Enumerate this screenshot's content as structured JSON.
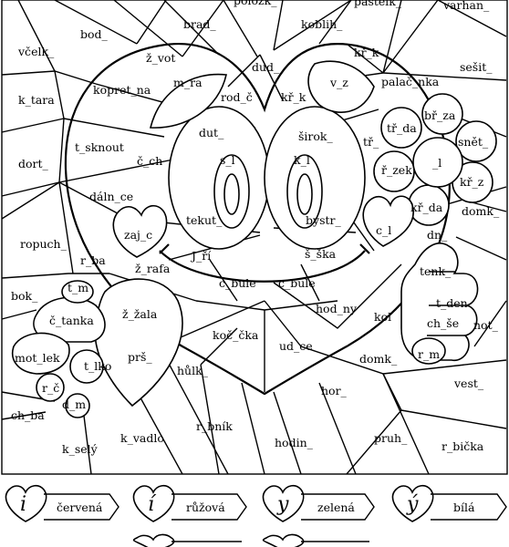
{
  "regions": [
    {
      "id": "w1",
      "text": "pólozk_"
    },
    {
      "id": "w2",
      "text": "pastelk_"
    },
    {
      "id": "w3",
      "text": "varhan_"
    },
    {
      "id": "w4",
      "text": "bod_"
    },
    {
      "id": "w5",
      "text": "brad_"
    },
    {
      "id": "w6",
      "text": "koblih_"
    },
    {
      "id": "w7",
      "text": "včelk_"
    },
    {
      "id": "w8",
      "text": "ž_vot"
    },
    {
      "id": "w9",
      "text": "dud_"
    },
    {
      "id": "w10",
      "text": "kř_k"
    },
    {
      "id": "w11",
      "text": "sešit_"
    },
    {
      "id": "w12",
      "text": "m_ra"
    },
    {
      "id": "w13",
      "text": "v_z"
    },
    {
      "id": "w14",
      "text": "palač_nka"
    },
    {
      "id": "w15",
      "text": "k_tara"
    },
    {
      "id": "w16",
      "text": "kopret_na"
    },
    {
      "id": "w17",
      "text": "rod_č"
    },
    {
      "id": "w18",
      "text": "kř_k"
    },
    {
      "id": "w19",
      "text": "bř_za"
    },
    {
      "id": "w20",
      "text": "tř_da"
    },
    {
      "id": "w21",
      "text": "snět_"
    },
    {
      "id": "w22",
      "text": "dut_"
    },
    {
      "id": "w23",
      "text": "širok_"
    },
    {
      "id": "w24",
      "text": "tř_"
    },
    {
      "id": "w25",
      "text": "t_sknout"
    },
    {
      "id": "w26",
      "text": "č_ch"
    },
    {
      "id": "w27",
      "text": "s_l"
    },
    {
      "id": "w28",
      "text": "k_l"
    },
    {
      "id": "w29",
      "text": "_l"
    },
    {
      "id": "w30",
      "text": "ř_zek"
    },
    {
      "id": "w31",
      "text": "kř_z"
    },
    {
      "id": "w32",
      "text": "dort_"
    },
    {
      "id": "w33",
      "text": "dáln_ce"
    },
    {
      "id": "w34",
      "text": "tekut_"
    },
    {
      "id": "w35",
      "text": "bystr_"
    },
    {
      "id": "w36",
      "text": "kř_da"
    },
    {
      "id": "w37",
      "text": "domk_"
    },
    {
      "id": "w38",
      "text": "zaj_c"
    },
    {
      "id": "w39",
      "text": "c_l"
    },
    {
      "id": "w40",
      "text": "ropuch_"
    },
    {
      "id": "w41",
      "text": "J_ří"
    },
    {
      "id": "w42",
      "text": "š_ška"
    },
    {
      "id": "w43",
      "text": "dn_"
    },
    {
      "id": "w44",
      "text": "r_ba"
    },
    {
      "id": "w45",
      "text": "ž_rafa"
    },
    {
      "id": "w46",
      "text": "tenk_"
    },
    {
      "id": "w47",
      "text": "bok_"
    },
    {
      "id": "w48",
      "text": "t_m"
    },
    {
      "id": "w49",
      "text": "c_bule"
    },
    {
      "id": "w50",
      "text": "c_bule"
    },
    {
      "id": "w51",
      "text": "t_den"
    },
    {
      "id": "w52",
      "text": "č_tanka"
    },
    {
      "id": "w53",
      "text": "ž_žala"
    },
    {
      "id": "w54",
      "text": "hod_ny"
    },
    {
      "id": "w55",
      "text": "kol"
    },
    {
      "id": "w56",
      "text": "ch_še"
    },
    {
      "id": "w57",
      "text": "not_"
    },
    {
      "id": "w58",
      "text": "koč_čka"
    },
    {
      "id": "w59",
      "text": "ud_ce"
    },
    {
      "id": "w60",
      "text": "r_m"
    },
    {
      "id": "w61",
      "text": "mot_lek"
    },
    {
      "id": "w62",
      "text": "prš_"
    },
    {
      "id": "w63",
      "text": "domk_"
    },
    {
      "id": "w64",
      "text": "t_lko"
    },
    {
      "id": "w65",
      "text": "hůlk_"
    },
    {
      "id": "w66",
      "text": "vest_"
    },
    {
      "id": "w67",
      "text": "r_č"
    },
    {
      "id": "w68",
      "text": "hor_"
    },
    {
      "id": "w69",
      "text": "d_m"
    },
    {
      "id": "w70",
      "text": "ch_ba"
    },
    {
      "id": "w71",
      "text": "r_bník"
    },
    {
      "id": "w72",
      "text": "k_vadlo"
    },
    {
      "id": "w73",
      "text": "pruh_"
    },
    {
      "id": "w74",
      "text": "hodin_"
    },
    {
      "id": "w75",
      "text": "k_selý"
    },
    {
      "id": "w76",
      "text": "r_bička"
    }
  ],
  "legend": [
    {
      "glyph": "i",
      "label": "červená"
    },
    {
      "glyph": "í",
      "label": "růžová"
    },
    {
      "glyph": "y",
      "label": "zelená"
    },
    {
      "glyph": "ý",
      "label": "bílá"
    },
    {
      "glyph": "",
      "label": ""
    },
    {
      "glyph": "",
      "label": ""
    }
  ]
}
